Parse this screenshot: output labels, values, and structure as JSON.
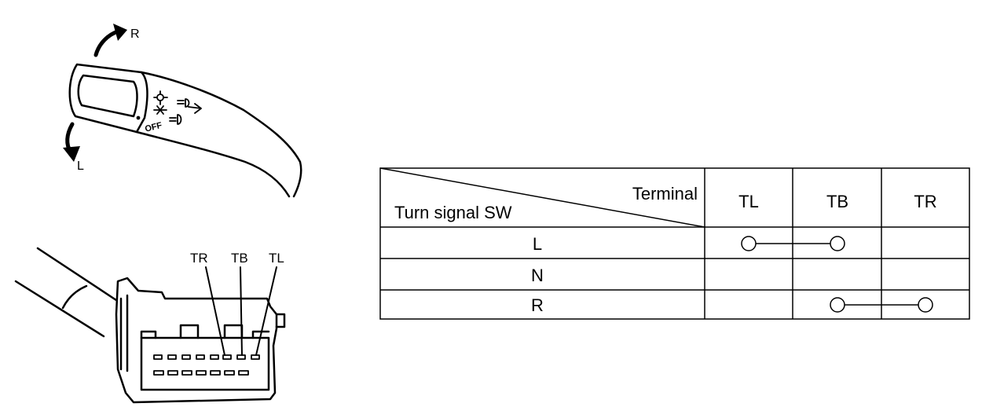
{
  "switch_illustration": {
    "direction_right": "R",
    "direction_left": "L",
    "knob_labels": [
      "OFF"
    ]
  },
  "connector_illustration": {
    "pin_labels": [
      "TR",
      "TB",
      "TL"
    ]
  },
  "table": {
    "corner_top": "Terminal",
    "corner_bottom": "Turn signal SW",
    "columns": [
      "TL",
      "TB",
      "TR"
    ],
    "rows": [
      {
        "label": "L",
        "connected": [
          "TL",
          "TB"
        ]
      },
      {
        "label": "N",
        "connected": []
      },
      {
        "label": "R",
        "connected": [
          "TB",
          "TR"
        ]
      }
    ]
  }
}
